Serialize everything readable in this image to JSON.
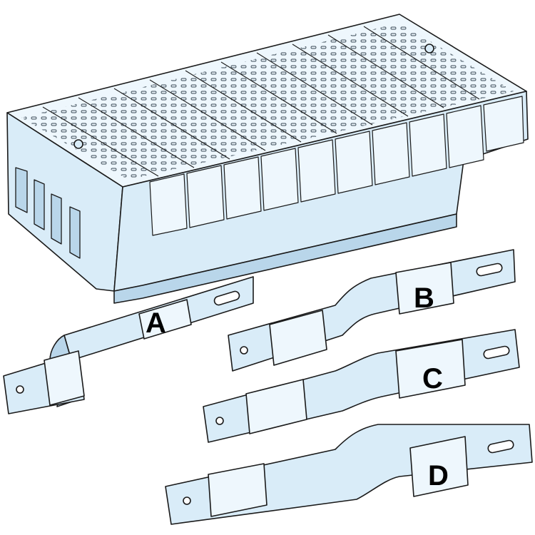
{
  "bar_labels": {
    "a": "A",
    "b": "B",
    "c": "C",
    "d": "D"
  },
  "colors": {
    "part_fill": "#d9ecf8",
    "part_fill_light": "#eef7fd",
    "part_fill_dark": "#b9d6ea",
    "outline": "#1a1a1a",
    "background": "#ffffff"
  }
}
